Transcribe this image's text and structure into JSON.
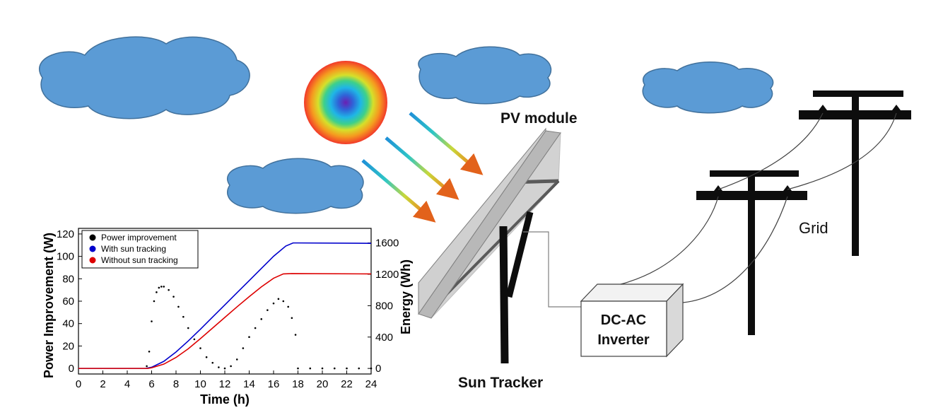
{
  "labels": {
    "pv_module": "PV module",
    "sun_tracker": "Sun Tracker",
    "inverter_line1": "DC-AC",
    "inverter_line2": "Inverter",
    "grid": "Grid"
  },
  "colors": {
    "cloud": "#5b9bd5",
    "cloud_stroke": "#41719c",
    "panel": "#bfbfbf",
    "pole": "#0d0d0d",
    "power_improvement": "#000000",
    "with_tracking": "#0000cc",
    "without_tracking": "#dd0000"
  },
  "chart_data": {
    "type": "line",
    "title": "",
    "xlabel": "Time (h)",
    "ylabel_left": "Power Improvement (W)",
    "ylabel_right": "Energy (Wh)",
    "xlim": [
      0,
      24
    ],
    "ylim_left": [
      -5,
      125
    ],
    "ylim_right": [
      -71,
      1786
    ],
    "xticks": [
      "0",
      "2",
      "4",
      "6",
      "8",
      "10",
      "12",
      "14",
      "16",
      "18",
      "20",
      "22",
      "24"
    ],
    "yticks_left": [
      "0",
      "20",
      "40",
      "60",
      "80",
      "100",
      "120"
    ],
    "yticks_right": [
      "0",
      "400",
      "800",
      "1200",
      "1600"
    ],
    "legend_position": "top-left",
    "series": [
      {
        "name": "Power improvement",
        "axis": "left",
        "style": "scatter",
        "x": [
          5.6,
          5.8,
          6.0,
          6.2,
          6.4,
          6.6,
          6.8,
          7.0,
          7.4,
          7.8,
          8.2,
          8.6,
          9.0,
          9.5,
          10.0,
          10.5,
          11.0,
          11.5,
          12.0,
          12.5,
          13.0,
          13.5,
          14.0,
          14.5,
          15.0,
          15.5,
          16.0,
          16.4,
          16.8,
          17.2,
          17.5,
          17.8,
          18.0,
          19.0,
          20.0,
          21.0,
          22.0,
          23.0,
          24.0
        ],
        "values": [
          2,
          15,
          42,
          60,
          68,
          72,
          73,
          73,
          70,
          64,
          55,
          46,
          36,
          26,
          18,
          10,
          5,
          1,
          0,
          2,
          8,
          18,
          28,
          36,
          44,
          52,
          58,
          62,
          60,
          55,
          45,
          30,
          0,
          0,
          0,
          0,
          0,
          0,
          0
        ]
      },
      {
        "name": "With sun tracking",
        "axis": "right",
        "style": "line",
        "x": [
          0,
          5.5,
          6.0,
          7.0,
          8.0,
          9.0,
          10.0,
          11.0,
          12.0,
          13.0,
          14.0,
          15.0,
          16.0,
          17.0,
          17.6,
          18.0,
          24.0
        ],
        "values": [
          0,
          0,
          15,
          90,
          210,
          350,
          500,
          655,
          810,
          965,
          1120,
          1275,
          1430,
          1560,
          1600,
          1600,
          1595
        ]
      },
      {
        "name": "Without sun tracking",
        "axis": "right",
        "style": "line",
        "x": [
          0,
          5.7,
          6.0,
          7.0,
          8.0,
          9.0,
          10.0,
          11.0,
          12.0,
          13.0,
          14.0,
          15.0,
          16.0,
          16.8,
          17.5,
          24.0
        ],
        "values": [
          0,
          0,
          8,
          55,
          140,
          250,
          380,
          515,
          650,
          785,
          915,
          1040,
          1150,
          1205,
          1210,
          1205
        ]
      }
    ]
  }
}
